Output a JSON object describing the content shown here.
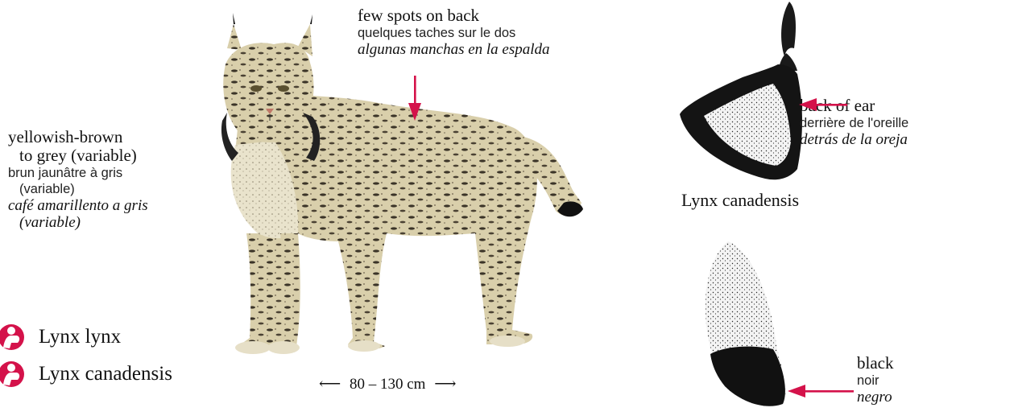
{
  "colors": {
    "arrow": "#d4124a",
    "fur": "#d8cda9",
    "dark": "#1a1a1a"
  },
  "coat": {
    "en": [
      "yellowish-brown",
      "to grey (variable)"
    ],
    "fr": [
      "brun jaunâtre à gris",
      "(variable)"
    ],
    "es": [
      "café amarillento a gris",
      "(variable)"
    ]
  },
  "spots": {
    "en": "few spots on back",
    "fr": "quelques taches sur le dos",
    "es": "algunas manchas en la espalda"
  },
  "ear": {
    "en": "back of ear",
    "fr": "derrière de l'oreille",
    "es": "detrás de la oreja",
    "caption": "Lynx canadensis"
  },
  "tail": {
    "en": "black",
    "fr": "noir",
    "es": "negro"
  },
  "size": {
    "arrow_left": "⟵",
    "label": "80 – 130 cm",
    "arrow_right": "⟶"
  },
  "legend": [
    {
      "label": "Lynx lynx",
      "icon": "person-symbol-icon"
    },
    {
      "label": "Lynx canadensis",
      "icon": "person-symbol-icon"
    }
  ]
}
